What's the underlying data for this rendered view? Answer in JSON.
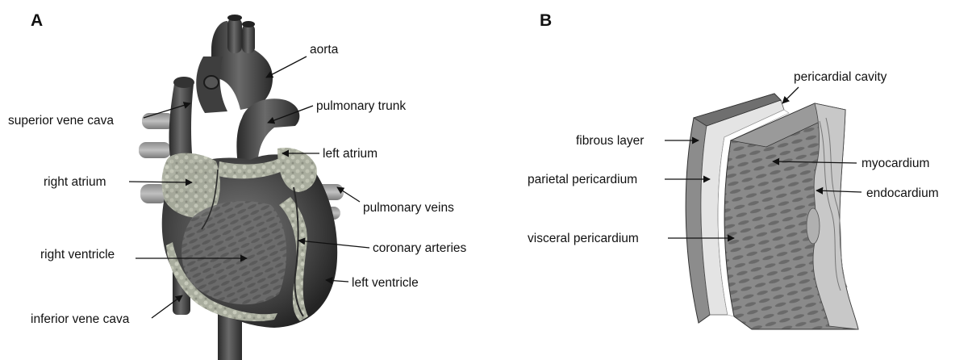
{
  "panels": [
    {
      "letter": "A",
      "labels": {
        "aorta": "aorta",
        "superior_vena_cava": "superior vene cava",
        "pulmonary_trunk": "pulmonary trunk",
        "left_atrium": "left atrium",
        "right_atrium": "right atrium",
        "pulmonary_veins": "pulmonary veins",
        "coronary_arteries": "coronary arteries",
        "right_ventricle": "right ventricle",
        "left_ventricle": "left ventricle",
        "inferior_vena_cava": "inferior vene cava"
      }
    },
    {
      "letter": "B",
      "labels": {
        "pericardial_cavity": "pericardial cavity",
        "fibrous_layer": "fibrous layer",
        "myocardium": "myocardium",
        "parietal_pericardium": "parietal pericardium",
        "endocardium": "endocardium",
        "visceral_pericardium": "visceral pericardium"
      }
    }
  ]
}
